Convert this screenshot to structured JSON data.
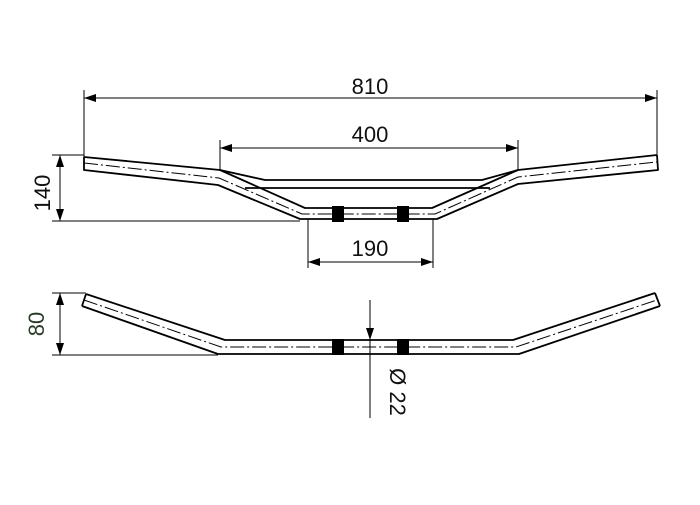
{
  "dimensions": {
    "overall_width": "810",
    "rise_width": "400",
    "center_width": "190",
    "front_rise": "140",
    "side_rise": "80",
    "tube_diameter": "Ø 22"
  }
}
